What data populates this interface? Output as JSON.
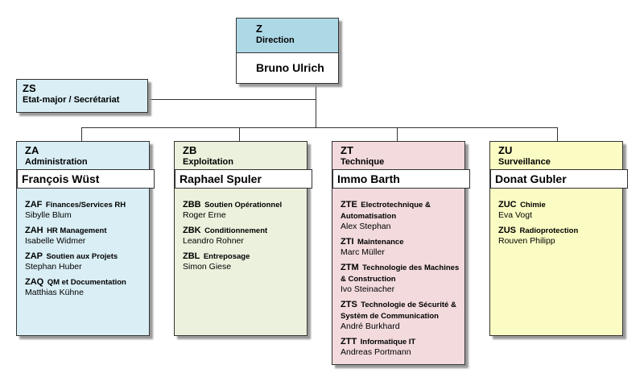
{
  "direction": {
    "code": "Z",
    "name": "Direction",
    "head": "Bruno Ulrich",
    "color": "#add9e6"
  },
  "staff": {
    "code": "ZS",
    "name": "Etat-major / Secrétariat",
    "color": "#d9eef5"
  },
  "divisions": [
    {
      "code": "ZA",
      "name": "Administration",
      "head": "François Wüst",
      "color": "#d9eef5",
      "units": [
        {
          "code": "ZAF",
          "name": "Finances/Services RH",
          "lead": "Sibylle Blum"
        },
        {
          "code": "ZAH",
          "name": "HR Management",
          "lead": "Isabelle Widmer"
        },
        {
          "code": "ZAP",
          "name": "Soutien aux Projets",
          "lead": "Stephan Huber"
        },
        {
          "code": "ZAQ",
          "name": "QM et Documentation",
          "lead": "Matthias Kühne"
        }
      ]
    },
    {
      "code": "ZB",
      "name": "Exploitation",
      "head": "Raphael Spuler",
      "color": "#ebf1dc",
      "units": [
        {
          "code": "ZBB",
          "name": "Soutien Opérationnel",
          "lead": "Roger Erne"
        },
        {
          "code": "ZBK",
          "name": "Conditionnement",
          "lead": "Leandro Rohner"
        },
        {
          "code": "ZBL",
          "name": "Entreposage",
          "lead": "Simon Giese"
        }
      ]
    },
    {
      "code": "ZT",
      "name": "Technique",
      "head": "Immo Barth",
      "color": "#f2dadd",
      "units": [
        {
          "code": "ZTE",
          "name": "Electrotechnique & Automatisation",
          "lead": "Alex Stephan"
        },
        {
          "code": "ZTI",
          "name": "Maintenance",
          "lead": "Marc Müller"
        },
        {
          "code": "ZTM",
          "name": "Technologie des Machines & Construction",
          "lead": "Ivo Steinacher"
        },
        {
          "code": "ZTS",
          "name": "Technologie de Sécurité & Systèm de Communication",
          "lead": "André Burkhard"
        },
        {
          "code": "ZTT",
          "name": "Informatique IT",
          "lead": "Andreas Portmann"
        }
      ]
    },
    {
      "code": "ZU",
      "name": "Surveillance",
      "head": "Donat Gubler",
      "color": "#fbfcc3",
      "units": [
        {
          "code": "ZUC",
          "name": "Chimie",
          "lead": "Eva Vogt"
        },
        {
          "code": "ZUS",
          "name": "Radioprotection",
          "lead": "Rouven Philipp"
        }
      ]
    }
  ]
}
